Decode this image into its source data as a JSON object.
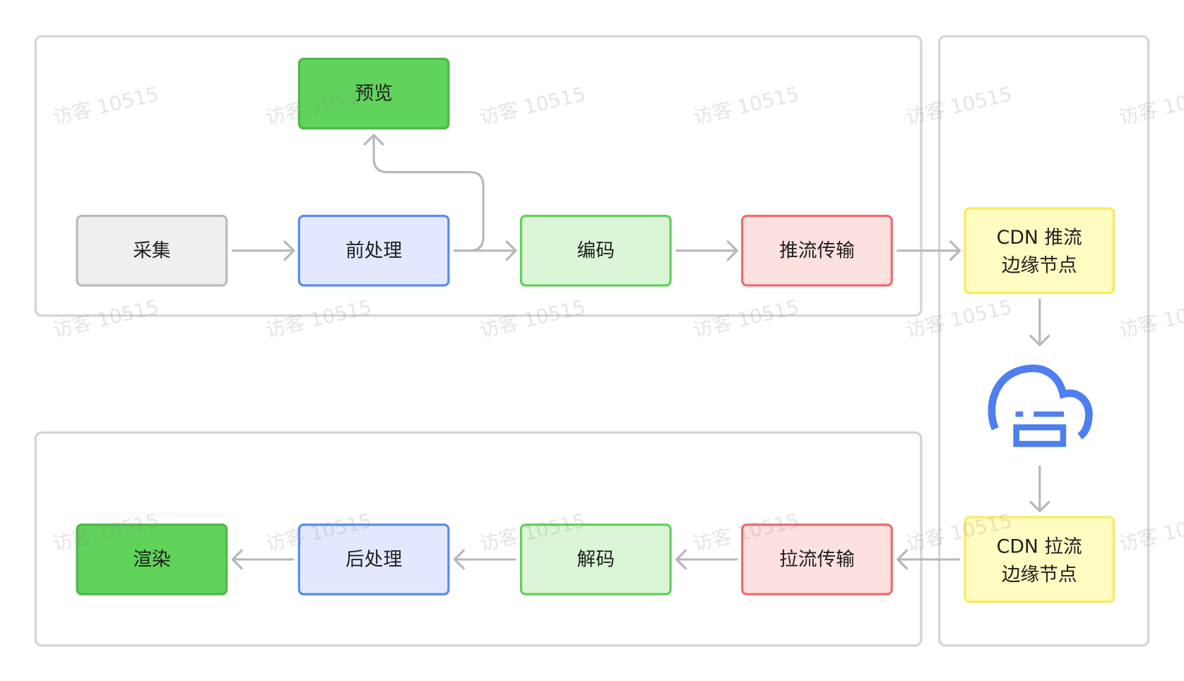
{
  "diagram": {
    "nodes": {
      "preview": {
        "label": "预览"
      },
      "capture": {
        "label": "采集"
      },
      "preprocess": {
        "label": "前处理"
      },
      "encode": {
        "label": "编码"
      },
      "push_transport": {
        "label": "推流传输"
      },
      "cdn_push_edge": {
        "lines": [
          "CDN 推流",
          "边缘节点"
        ]
      },
      "cdn_pull_edge": {
        "lines": [
          "CDN 拉流",
          "边缘节点"
        ]
      },
      "pull_transport": {
        "label": "拉流传输"
      },
      "decode": {
        "label": "解码"
      },
      "postprocess": {
        "label": "后处理"
      },
      "render": {
        "label": "渲染"
      }
    },
    "icons": {
      "cdn_cloud": "cloud-server-icon"
    },
    "palette": {
      "gray": {
        "fill": "#eeeff1",
        "stroke": "#b9babd"
      },
      "blue": {
        "fill": "#e2e9fe",
        "stroke": "#5a8bf0"
      },
      "light_green": {
        "fill": "#dbf6d6",
        "stroke": "#62cf5a"
      },
      "red": {
        "fill": "#fde0e0",
        "stroke": "#ee6c6c"
      },
      "yellow": {
        "fill": "#fffcc2",
        "stroke": "#f6ec5a"
      },
      "dark_green": {
        "fill": "#5fd35a",
        "stroke": "#4db848"
      }
    },
    "connector_color": "#b7b8bc",
    "container_border": "#d4d4d7",
    "icon_color": "#4d7ff0"
  },
  "watermark": {
    "text": "访客 10515"
  }
}
